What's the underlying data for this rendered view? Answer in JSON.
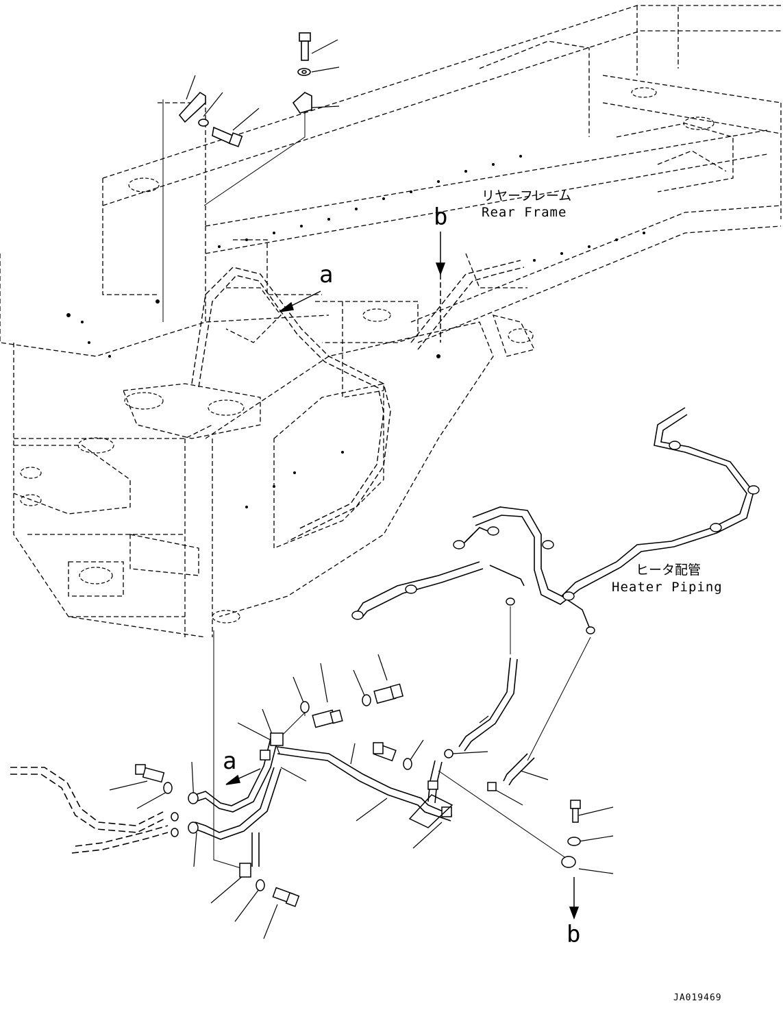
{
  "labels": {
    "rear_frame_jp": "リヤーフレーム",
    "rear_frame_en": "Rear Frame",
    "heater_piping_jp": "ヒータ配管",
    "heater_piping_en": "Heater Piping",
    "view_a_top": "a",
    "view_a_bottom": "a",
    "view_b_top": "b",
    "view_b_bottom": "b",
    "drawing_code": "JA019469"
  },
  "colors": {
    "line": "#000000",
    "background": "#ffffff"
  }
}
